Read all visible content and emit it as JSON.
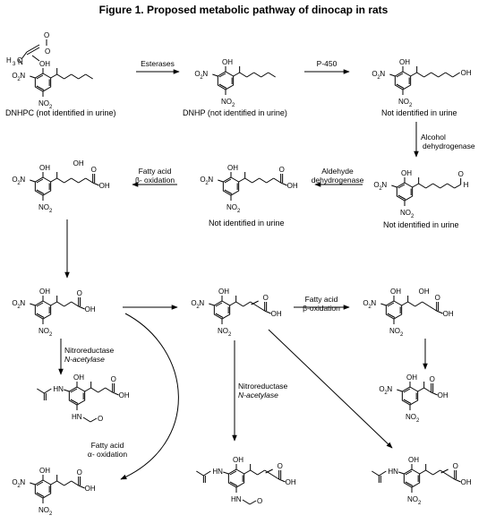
{
  "figure": {
    "title": "Figure 1.  Proposed metabolic pathway of dinocap in rats"
  },
  "compounds": {
    "dnhpc": {
      "caption": "DNHPC (not identified in urine)"
    },
    "dnhp": {
      "caption": "DNHP (not identified in urine)"
    },
    "omega_oh": {
      "caption": "Not identified in urine"
    },
    "aldehyde": {
      "caption": "Not identified in urine"
    },
    "acid": {
      "caption": "Not identified in urine"
    }
  },
  "atoms": {
    "oh": "OH",
    "no2": "O",
    "no2_n": "N",
    "two": "2",
    "nitro_prefix": "O",
    "o": "O",
    "hn": "HN",
    "h3c": "H",
    "three": "3",
    "h": "H",
    "c": "C"
  },
  "enzymes": {
    "esterases": "Esterases",
    "p450": "P-450",
    "alcohol_dh_1": "Alcohol",
    "alcohol_dh_2": "dehydrogenase",
    "aldehyde_dh_1": "Aldehyde",
    "aldehyde_dh_2": "dehydrogenase",
    "beta_ox_1": "Fatty acid",
    "beta_ox_2": "β- oxidation",
    "beta_ox_b_1": "Fatty acid",
    "beta_ox_b_2": "β-oxidation",
    "nitro_1": "Nitroreductase",
    "nitro_2": "N-acetylase",
    "nitro_b_1": "Nitroreductase",
    "nitro_b_2": "N-acetylase",
    "alpha_ox_1": "Fatty acid",
    "alpha_ox_2": "α- oxidation"
  }
}
